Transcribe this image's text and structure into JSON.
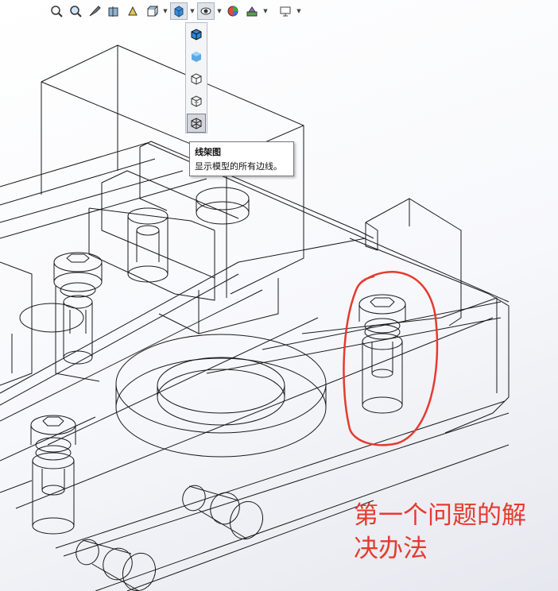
{
  "toolbar": {
    "icons": [
      "zoom-to-fit-icon",
      "zoom-area-icon",
      "previous-view-icon",
      "section-view-icon",
      "dynamic-annotation-icon",
      "view-orientation-icon",
      "display-style-icon",
      "hide-show-items-icon",
      "edit-appearance-icon",
      "apply-scene-icon",
      "view-settings-icon"
    ]
  },
  "flyout": {
    "items": [
      "shaded-with-edges-icon",
      "shaded-icon",
      "hidden-lines-removed-icon",
      "hidden-lines-visible-icon",
      "wireframe-icon"
    ],
    "selected": "wireframe-icon"
  },
  "tooltip": {
    "title": "线架图",
    "description": "显示模型的所有边线。"
  },
  "annotation": {
    "line1": "第一个问题的解",
    "line2": "决办法",
    "color": "#e63a2e"
  }
}
